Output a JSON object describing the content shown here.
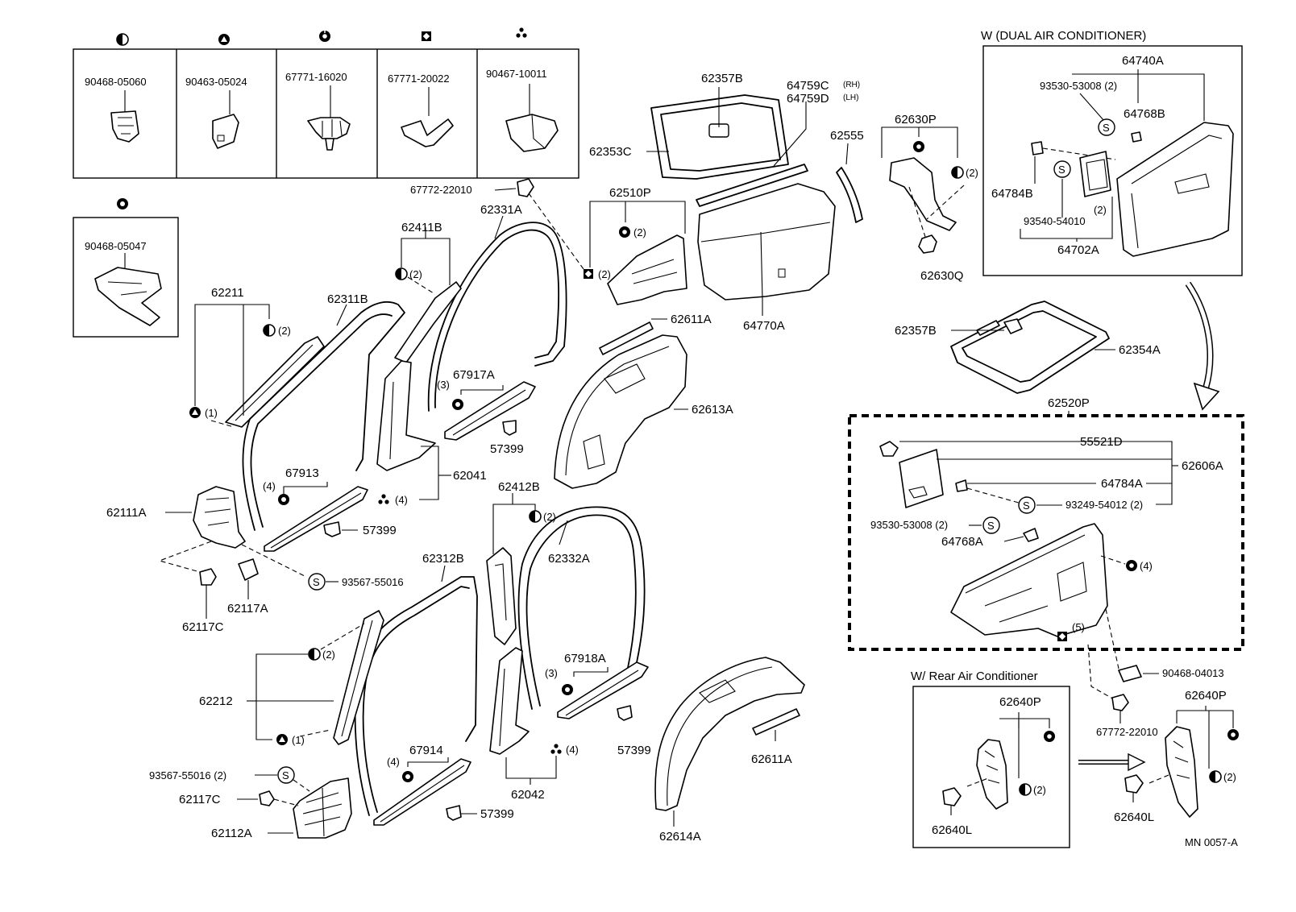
{
  "diagram_code": "MN  0057-A",
  "fastener_legend": [
    {
      "symbol": "half-circle-icon",
      "part_no": "90468-05060"
    },
    {
      "symbol": "triangle-icon",
      "part_no": "90463-05024"
    },
    {
      "symbol": "gear-icon",
      "part_no": "67771-16020"
    },
    {
      "symbol": "square-icon",
      "part_no": "67771-20022"
    },
    {
      "symbol": "three-dot-icon",
      "part_no": "90467-10011"
    }
  ],
  "extra_legend": {
    "symbol": "ring-icon",
    "part_no": "90468-05047"
  },
  "sections": {
    "dual_ac": "W (DUAL AIR CONDITIONER)",
    "rear_ac": "W/ Rear Air Conditioner"
  },
  "labels": {
    "p62357B_top": "62357B",
    "p64759C": "64759C",
    "p64759C_side": "(RH)",
    "p64759D": "64759D",
    "p64759D_side": "(LH)",
    "p62353C": "62353C",
    "p62555": "62555",
    "p62630P": "62630P",
    "p62630P_qty": "(2)",
    "p62630Q": "62630Q",
    "p67772_top": "67772-22010",
    "p62510P": "62510P",
    "p62510P_q1": "(2)",
    "p62510P_q2": "(2)",
    "p64770A": "64770A",
    "p62611A_top": "62611A",
    "p62613A": "62613A",
    "p62331A": "62331A",
    "p62411B": "62411B",
    "p62411B_qty": "(2)",
    "p62211": "62211",
    "p62211_q2": "(2)",
    "p62211_q1": "(1)",
    "p62311B": "62311B",
    "p67917A": "67917A",
    "p67917A_qty": "(3)",
    "p57399_a": "57399",
    "p62041": "62041",
    "p62041_qty": "(4)",
    "p67913": "67913",
    "p67913_qty": "(4)",
    "p57399_b": "57399",
    "p62111A": "62111A",
    "p93567_a": "93567-55016",
    "p62117A": "62117A",
    "p62117C_a": "62117C",
    "p62412B": "62412B",
    "p62412B_qty": "(2)",
    "p62312B": "62312B",
    "p62332A": "62332A",
    "p62212": "62212",
    "p62212_q2": "(2)",
    "p62212_q1": "(1)",
    "p67918A": "67918A",
    "p67918A_qty": "(3)",
    "p57399_c": "57399",
    "p93567_b": "93567-55016 (2)",
    "p62117C_b": "62117C",
    "p62112A": "62112A",
    "p67914": "67914",
    "p67914_qty": "(4)",
    "p62042": "62042",
    "p62042_qty": "(4)",
    "p57399_d": "57399",
    "p62614A": "62614A",
    "p62611A_bot": "62611A",
    "p64740A": "64740A",
    "p93530_top": "93530-53008 (2)",
    "p64768B": "64768B",
    "p64784B": "64784B",
    "p93540": "93540-54010",
    "p93540_qty": "(2)",
    "p64702A": "64702A",
    "p62357B_mid": "62357B",
    "p62354A": "62354A",
    "p62520P": "62520P",
    "p55521D": "55521D",
    "p62606A": "62606A",
    "p64784A": "64784A",
    "p93249": "93249-54012 (2)",
    "p93530_mid": "93530-53008 (2)",
    "p64768A": "64768A",
    "p62520P_q4": "(4)",
    "p62520P_q5": "(5)",
    "p90468_04013": "90468-04013",
    "p67772_bot": "67772-22010",
    "p62640P_a": "62640P",
    "p62640P_a_qty": "(2)",
    "p62640L_a": "62640L",
    "p62640P_b": "62640P",
    "p62640P_b_qty": "(2)",
    "p62640L_b": "62640L"
  }
}
